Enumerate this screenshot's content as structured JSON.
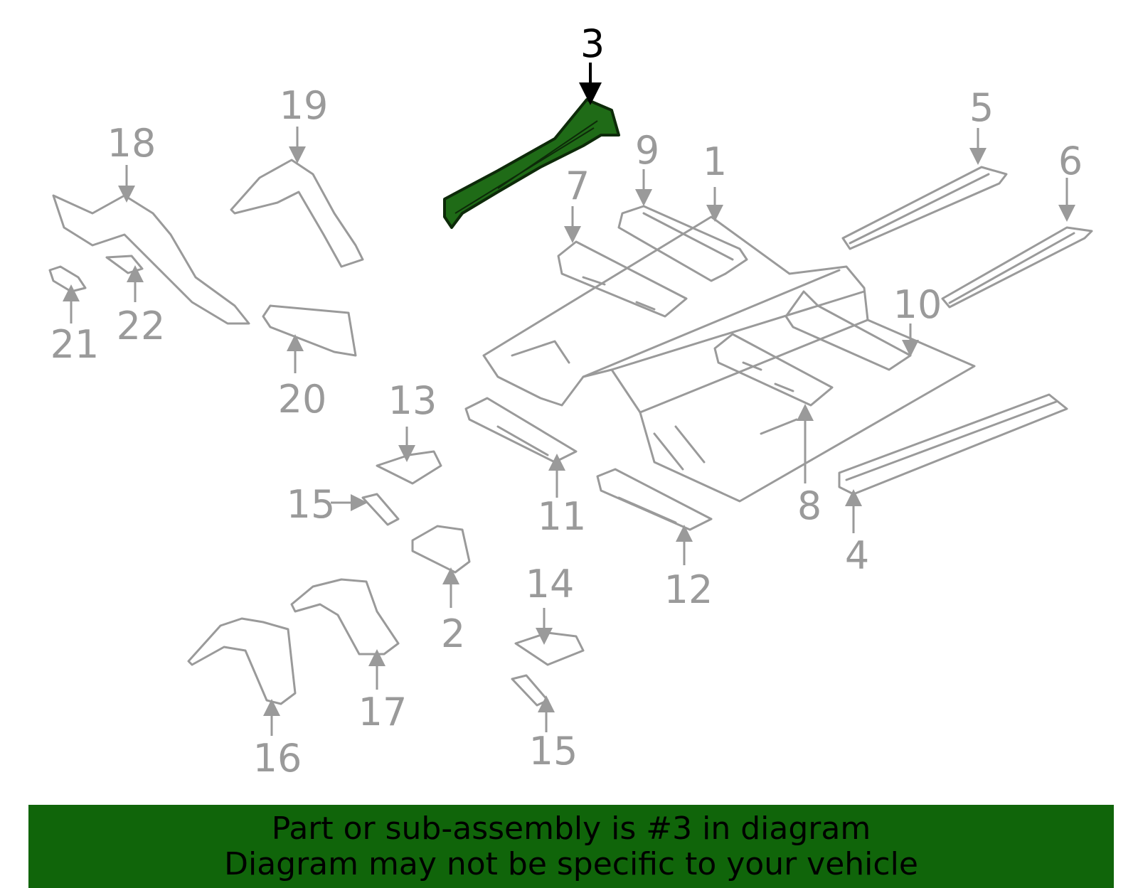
{
  "colors": {
    "part_stroke": "#9a9a9a",
    "highlight_fill": "#1f6b17",
    "highlight_stroke": "#0d2a09",
    "banner_bg": "#10650a",
    "banner_text": "#000000",
    "label_default": "#9a9a9a",
    "label_highlight": "#000000"
  },
  "highlighted_part": "3",
  "callouts": [
    "1",
    "2",
    "3",
    "4",
    "5",
    "6",
    "7",
    "8",
    "9",
    "10",
    "11",
    "12",
    "13",
    "14",
    "15",
    "15",
    "16",
    "17",
    "18",
    "19",
    "20",
    "21",
    "22"
  ],
  "banner": {
    "line1": "Part or sub-assembly is #3 in diagram",
    "line2": "Diagram may not be specific to your vehicle"
  }
}
